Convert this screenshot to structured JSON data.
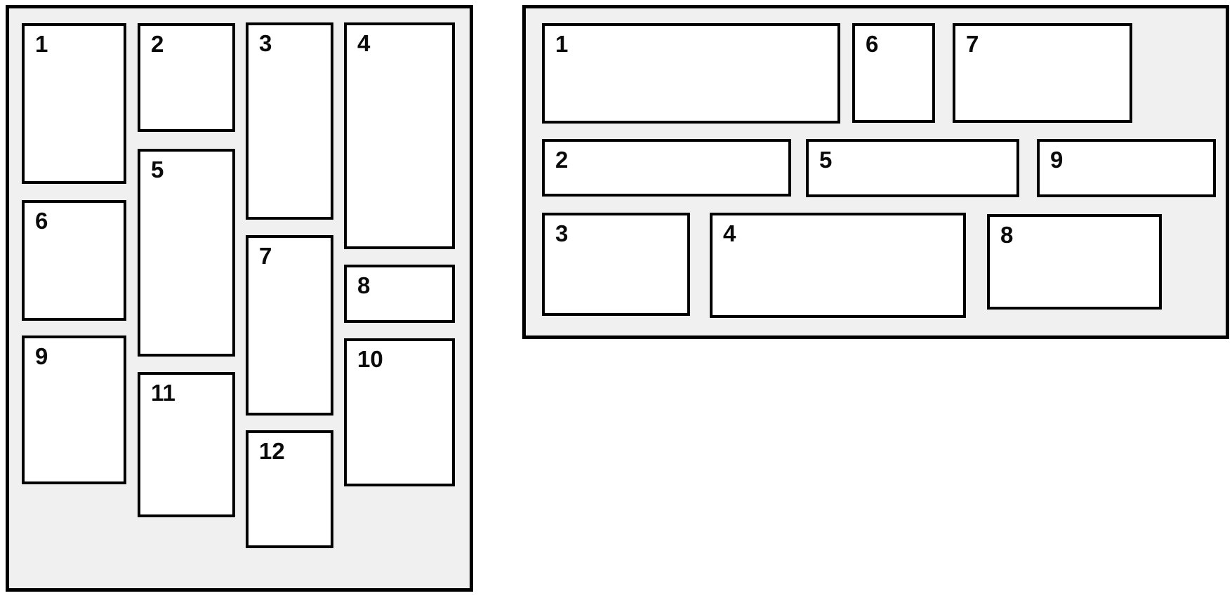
{
  "page": {
    "background": "#ffffff"
  },
  "colors": {
    "page_background": "#ffffff",
    "panel_background": "#f0f0f0",
    "item_background": "#ffffff",
    "border": "#000000"
  },
  "left_panel": {
    "name": "vertical-masonry",
    "columns": 4,
    "items": [
      "1",
      "2",
      "3",
      "4",
      "5",
      "6",
      "7",
      "8",
      "9",
      "10",
      "11",
      "12"
    ]
  },
  "right_panel": {
    "name": "horizontal-masonry",
    "rows": 3,
    "items": [
      "1",
      "2",
      "3",
      "4",
      "5",
      "6",
      "7",
      "8",
      "9"
    ]
  }
}
